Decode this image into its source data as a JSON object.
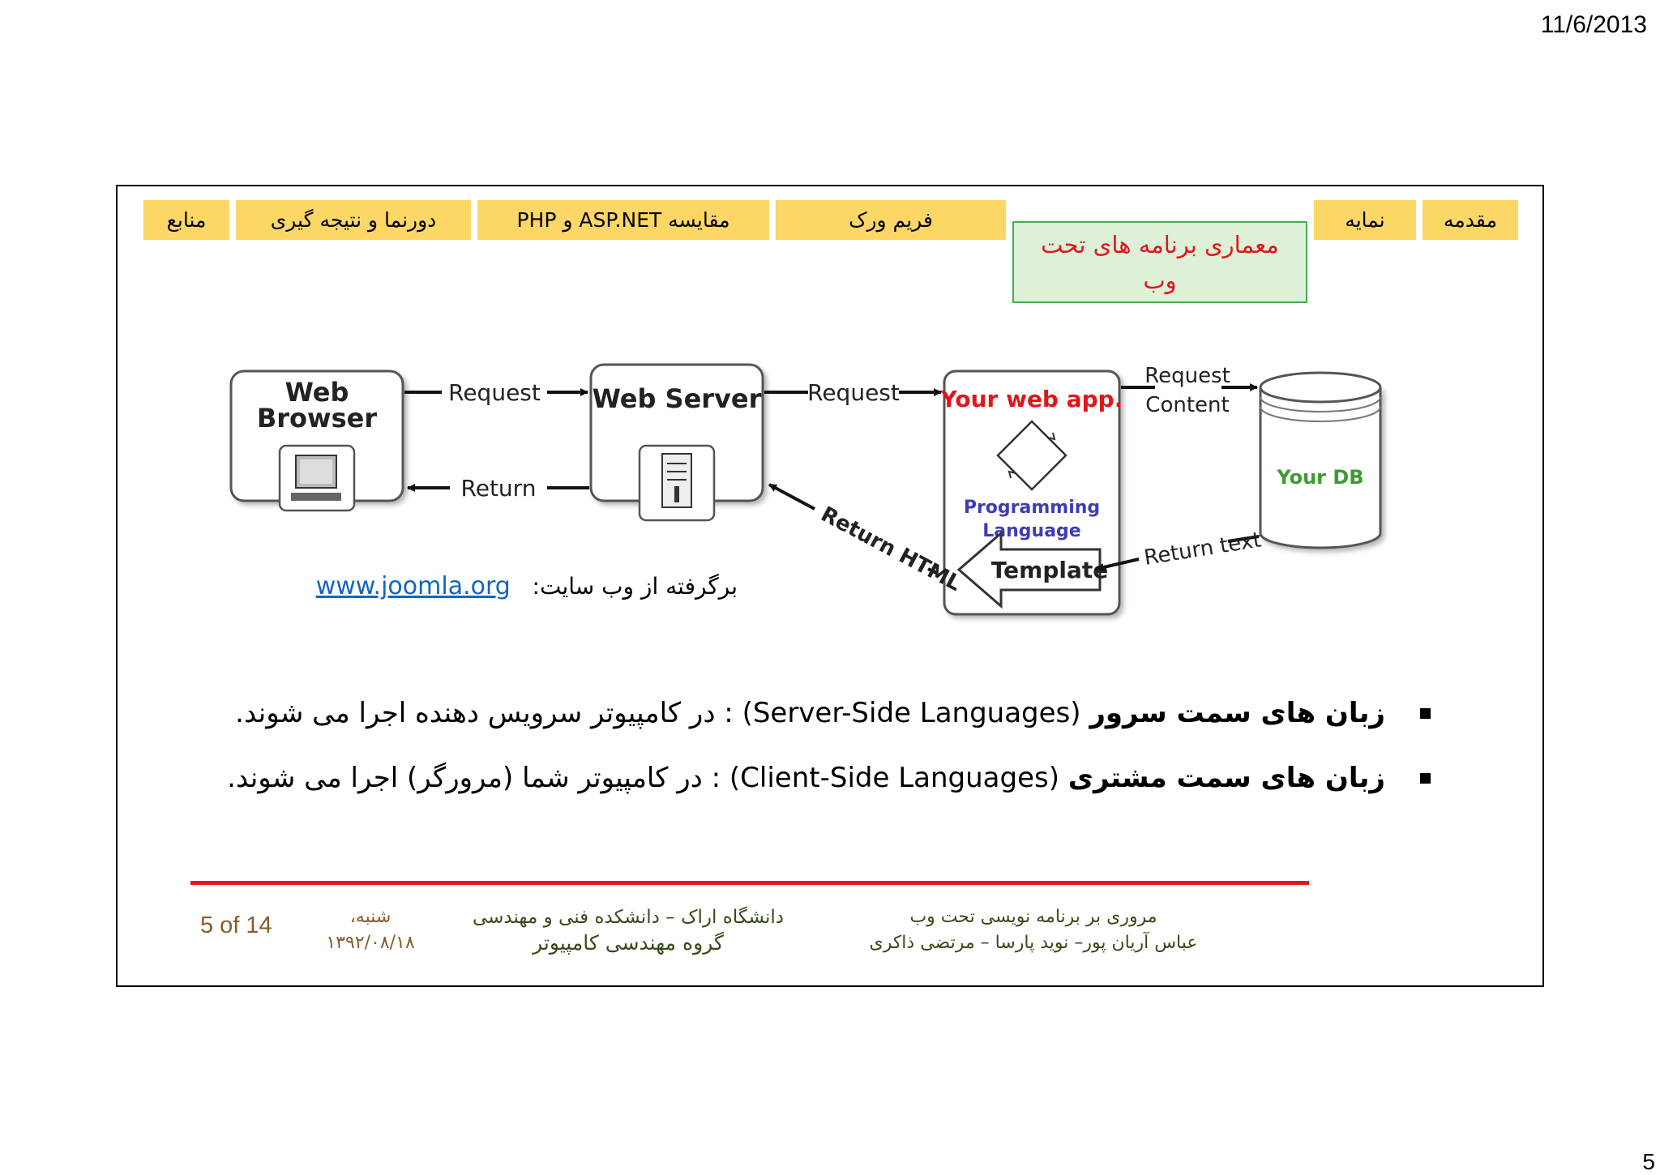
{
  "header": {
    "date": "11/6/2013",
    "page_number": "5"
  },
  "nav": {
    "tabs": [
      {
        "label": "مقدمه"
      },
      {
        "label": "نمایه"
      },
      {
        "label": "فریم ورک"
      },
      {
        "label": "مقایسه ASP.NET و PHP"
      },
      {
        "label": "دورنما و نتیجه گیری"
      },
      {
        "label": "منابع"
      }
    ],
    "active_tab": "معماری برنامه های تحت وب"
  },
  "diagram": {
    "web_browser": "Web Browser",
    "web_browser_line1": "Web",
    "web_browser_line2": "Browser",
    "web_server": "Web Server",
    "your_web_app": "Your web app.",
    "programming_language_line1": "Programming",
    "programming_language_line2": "Language",
    "template": "Template",
    "your_db": "Your DB",
    "request_1": "Request",
    "return_1": "Return",
    "request_2": "Request",
    "return_html": "Return HTML",
    "request_content_line1": "Request",
    "request_content_line2": "Content",
    "return_text": "Return text"
  },
  "source": {
    "label": "برگرفته از وب سایت:",
    "link": "www.joomla.org"
  },
  "bullets": [
    {
      "bold": "زبان های سمت سرور",
      "latin": "(Server-Side Languages)",
      "rest": " : در کامپیوتر سرویس دهنده اجرا می شوند."
    },
    {
      "bold": "زبان های سمت مشتری",
      "latin": "(Client-Side Languages)",
      "rest": " : در کامپیوتر شما (مرورگر) اجرا می شوند."
    }
  ],
  "footer": {
    "title": "مروری بر برنامه نویسی تحت وب",
    "authors": "عباس آریان پور– نوید پارسا – مرتضی ذاکری",
    "university": "دانشگاه اراک – دانشکده فنی و مهندسی",
    "department": "گروه مهندسی کامپیوتر",
    "day": "شنبه،",
    "date": "۱۳۹۲/۰۸/۱۸",
    "slide_count": "5 of 14"
  },
  "colors": {
    "tab": "#fcd766",
    "active_fill": "#dff0d8",
    "active_border": "#3fae49",
    "accent_red": "#e3151c",
    "footer_line": "#e0191c",
    "db_text": "#3c9c2e",
    "lang_text": "#3d3db3"
  }
}
